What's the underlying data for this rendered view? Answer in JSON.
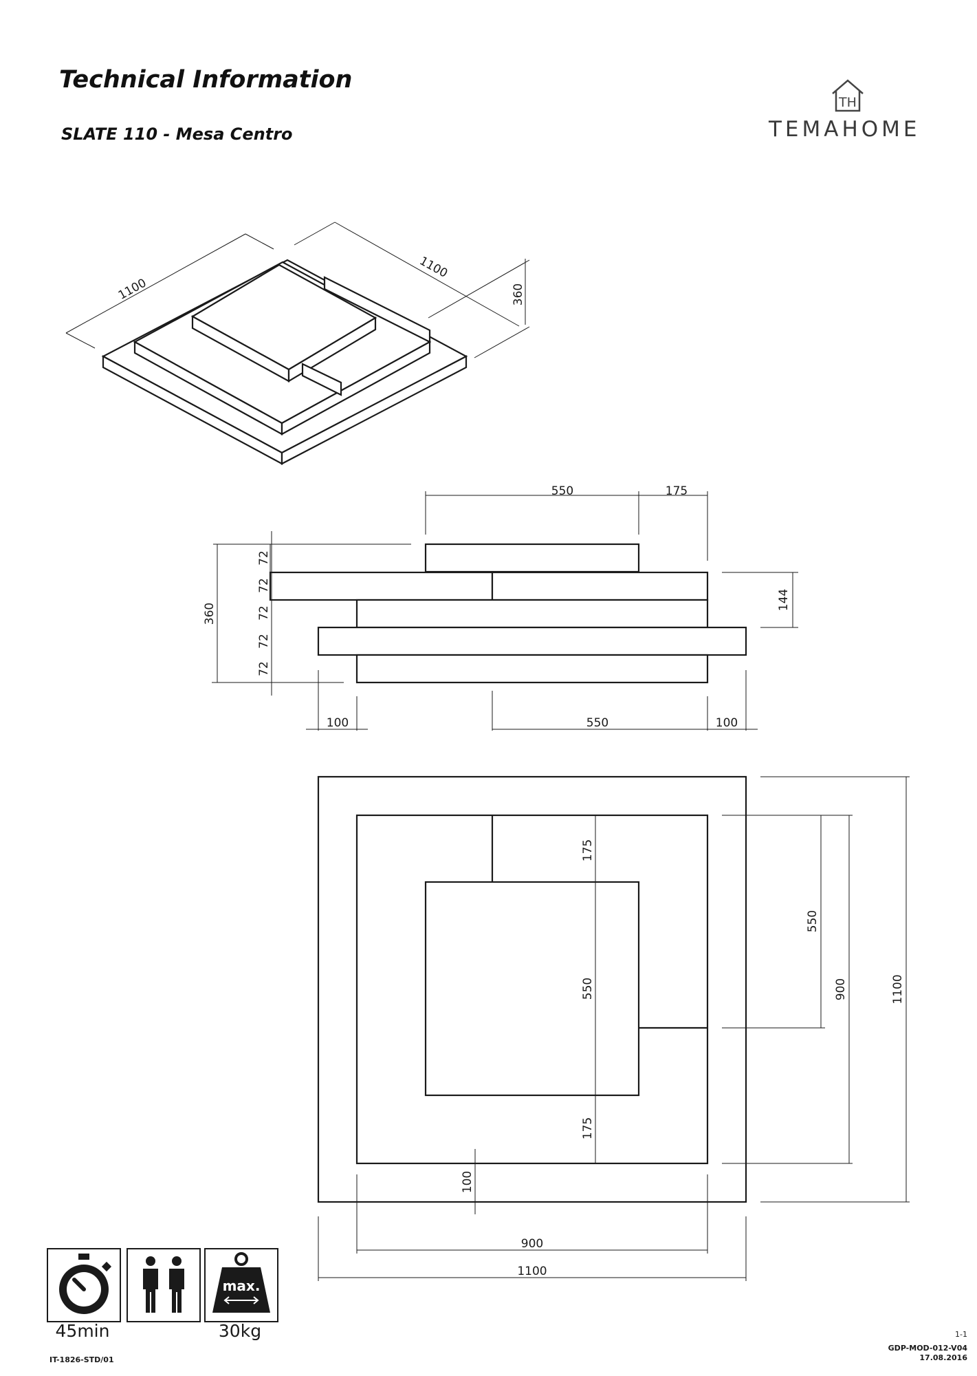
{
  "header": {
    "title": "Technical Information",
    "subtitle": "SLATE 110 - Mesa Centro",
    "brand": "TEMAHOME",
    "logo_letters": "TH"
  },
  "isometric": {
    "dims": [
      "1100",
      "1100",
      "360"
    ]
  },
  "front": {
    "dims_top": [
      "550",
      "175"
    ],
    "layer_dims": [
      "72",
      "72",
      "72",
      "72",
      "72"
    ],
    "dim_height": "360",
    "dim_right": "144",
    "dims_bottom": [
      "100",
      "550",
      "100"
    ]
  },
  "plan": {
    "dims_inner": [
      "175",
      "550",
      "175",
      "100"
    ],
    "dims_right": [
      "550",
      "900",
      "1100"
    ],
    "dims_bottom": [
      "900",
      "1100"
    ]
  },
  "assembly": {
    "time": "45min",
    "weight": "30kg",
    "weight_badge": "max."
  },
  "footer": {
    "doc_code": "IT-1826-STD/01",
    "page": "1-1",
    "form_code": "GDP-MOD-012-V04",
    "date": "17.08.2016"
  }
}
